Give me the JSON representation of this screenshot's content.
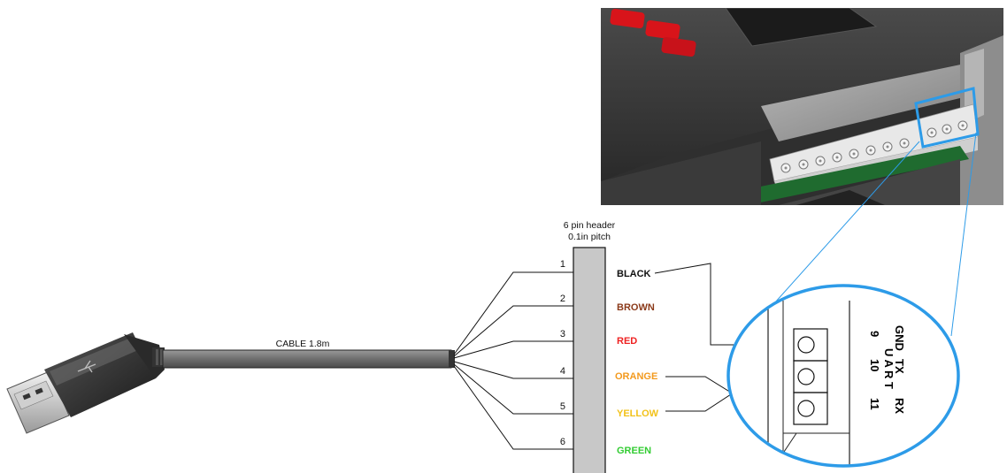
{
  "header": {
    "title_line1": "6 pin header",
    "title_line2": "0.1in pitch",
    "pins": [
      "1",
      "2",
      "3",
      "4",
      "5",
      "6"
    ]
  },
  "cable": {
    "label": "CABLE 1.8m"
  },
  "wires": [
    {
      "label": "BLACK",
      "color": "#111111"
    },
    {
      "label": "BROWN",
      "color": "#8b3a1a"
    },
    {
      "label": "RED",
      "color": "#ee2222"
    },
    {
      "label": "ORANGE",
      "color": "#f39a1e"
    },
    {
      "label": "YELLOW",
      "color": "#f2c21a"
    },
    {
      "label": "GREEN",
      "color": "#33cc33"
    }
  ],
  "terminal": {
    "signals": [
      "GND",
      "TX",
      "RX"
    ],
    "bus_label": "U A R T",
    "numbers": [
      "9",
      "10",
      "11"
    ],
    "highlight_color": "#2d9be8"
  }
}
